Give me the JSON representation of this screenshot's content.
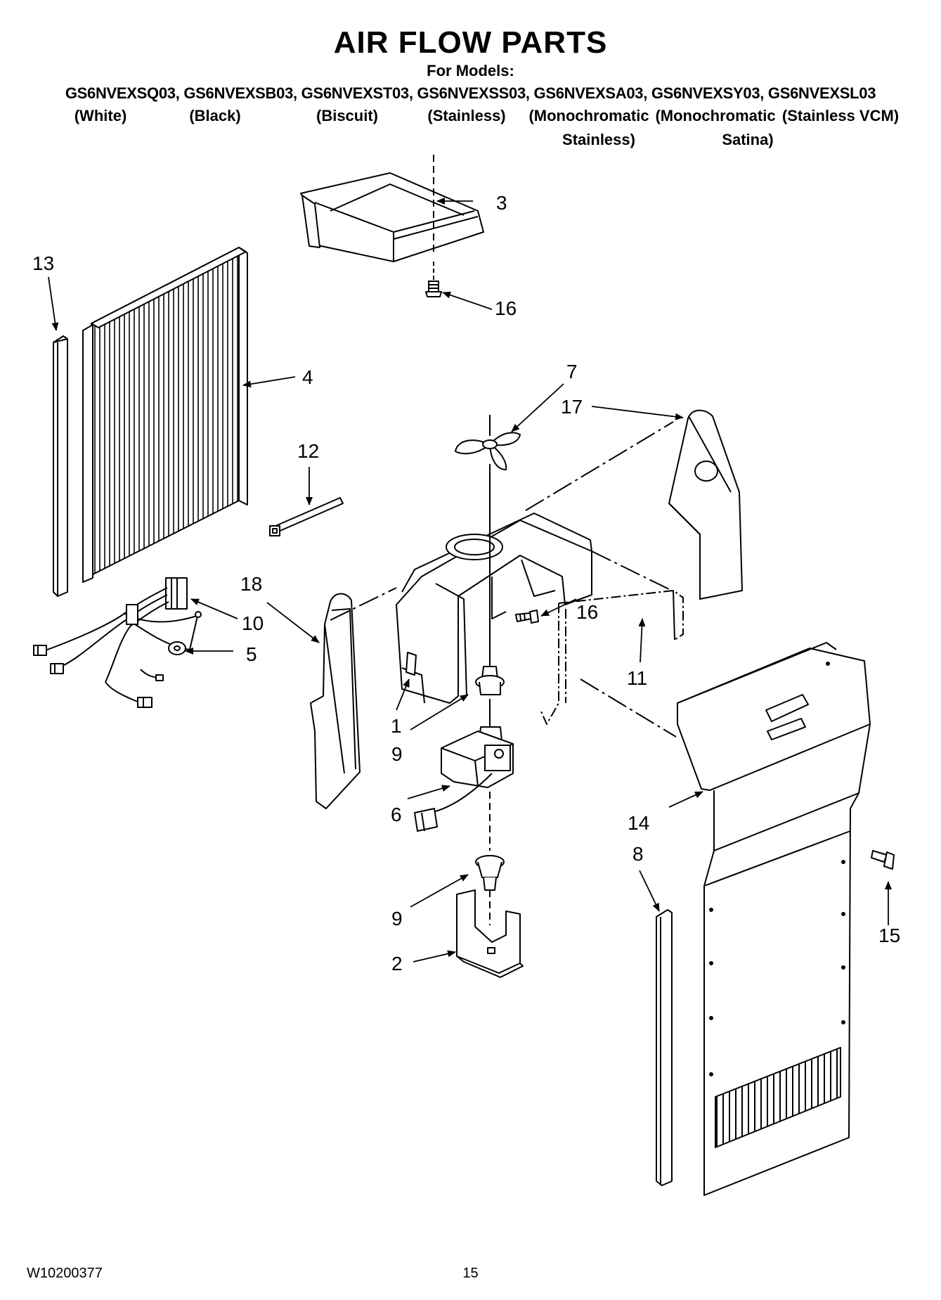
{
  "header": {
    "title": "AIR FLOW PARTS",
    "subtitle": "For Models:",
    "models": "GS6NVEXSQ03, GS6NVEXSB03, GS6NVEXST03, GS6NVEXSS03, GS6NVEXSA03, GS6NVEXSY03, GS6NVEXSL03",
    "variants": [
      {
        "line1": "(White)",
        "line2": ""
      },
      {
        "line1": "(Black)",
        "line2": ""
      },
      {
        "line1": "(Biscuit)",
        "line2": ""
      },
      {
        "line1": "(Stainless)",
        "line2": ""
      },
      {
        "line1": "(Monochromatic",
        "line2": "Stainless)"
      },
      {
        "line1": "(Monochromatic",
        "line2": "Satina)"
      },
      {
        "line1": "(Stainless VCM)",
        "line2": ""
      }
    ]
  },
  "callouts": {
    "c1": "1",
    "c2": "2",
    "c3": "3",
    "c4": "4",
    "c5": "5",
    "c6": "6",
    "c7": "7",
    "c8": "8",
    "c9a": "9",
    "c9b": "9",
    "c10": "10",
    "c11": "11",
    "c12": "12",
    "c13": "13",
    "c14": "14",
    "c15": "15",
    "c16a": "16",
    "c16b": "16",
    "c17": "17",
    "c18": "18"
  },
  "footer": {
    "doc_number": "W10200377",
    "page_number": "15"
  }
}
